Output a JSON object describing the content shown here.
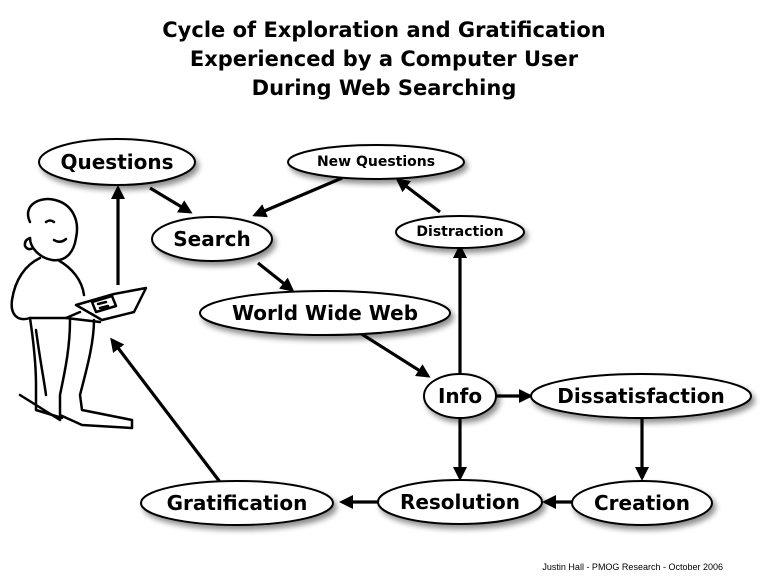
{
  "title": {
    "line1": "Cycle of Exploration and Gratification",
    "line2": "Experienced by a Computer User",
    "line3": "During Web Searching"
  },
  "nodes": {
    "questions": "Questions",
    "new_questions": "New Questions",
    "search": "Search",
    "distraction": "Distraction",
    "www": "World Wide Web",
    "info": "Info",
    "dissatisfaction": "Dissatisfaction",
    "gratification": "Gratification",
    "resolution": "Resolution",
    "creation": "Creation"
  },
  "credit": "Justin Hall - PMOG Research - October 2006"
}
